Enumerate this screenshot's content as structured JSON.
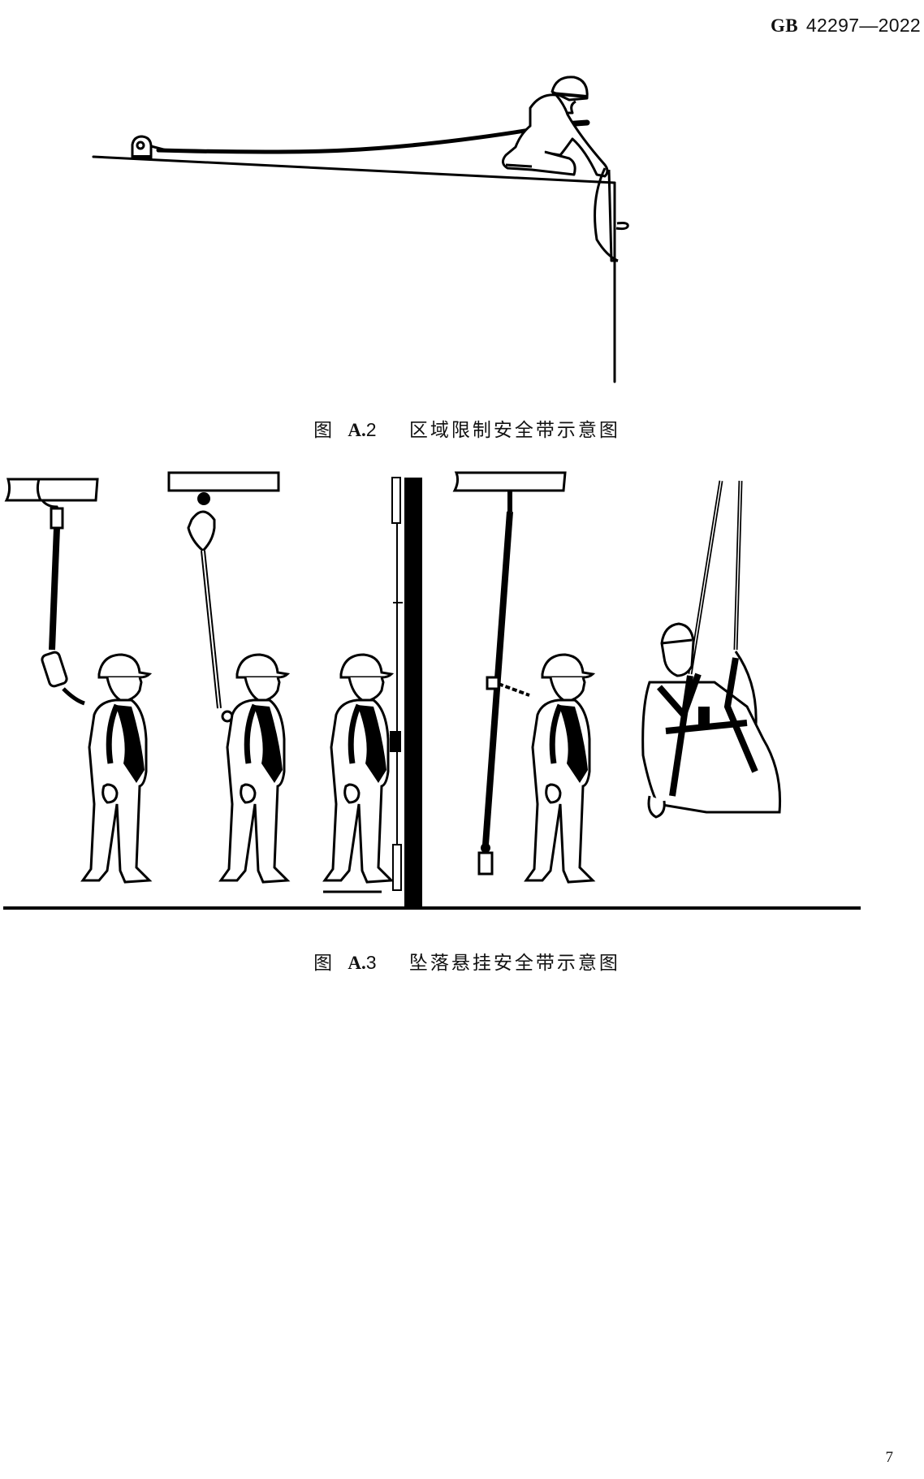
{
  "header": {
    "standard_code": "GB",
    "standard_number": "42297—2022"
  },
  "figures": [
    {
      "id": "A.2",
      "prefix": "图",
      "number_label": "A.",
      "number_digit": "2",
      "title": "区域限制安全带示意图",
      "illustration": "worker-kneeling-at-roof-edge-restrained-by-lanyard-to-anchor"
    },
    {
      "id": "A.3",
      "prefix": "图",
      "number_label": "A.",
      "number_digit": "3",
      "title": "坠落悬挂安全带示意图",
      "illustration": "five-fall-arrest-scenarios",
      "panels": [
        "energy-absorber-lanyard-from-overhead-beam",
        "self-retracting-lifeline-from-overhead-beam",
        "vertical-rigid-rail-fall-arrester",
        "vertical-flexible-line-fall-arrester",
        "suspended-worker-in-harness-with-two-ropes"
      ]
    }
  ],
  "footer": {
    "page_number": "7"
  }
}
